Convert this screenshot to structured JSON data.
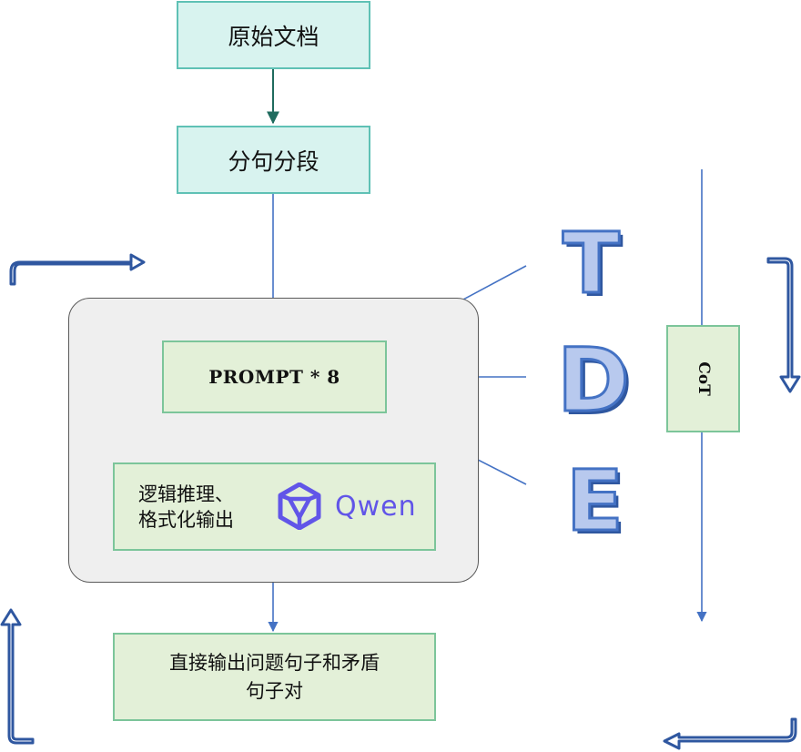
{
  "nodes": {
    "source_doc": "原始文档",
    "split": "分句分段",
    "prompt": "PROMPT * 8",
    "reasoning_line1": "逻辑推理、",
    "reasoning_line2": "格式化输出",
    "output_line1": "直接输出问题句子和矛盾",
    "output_line2": "句子对",
    "cot": "CoT"
  },
  "letters": [
    "T",
    "D",
    "E"
  ],
  "logo": {
    "name": "qwen-logo-icon",
    "word": "Qwen",
    "color": "#6155e8"
  },
  "colors": {
    "teal_fill": "#d8f3ef",
    "teal_border": "#5fc1b5",
    "green_fill": "#e3f0d8",
    "green_border": "#7cc59a",
    "connector": "#4472c4",
    "container_fill": "#efefef",
    "first_arrow": "#1f6b5e"
  }
}
